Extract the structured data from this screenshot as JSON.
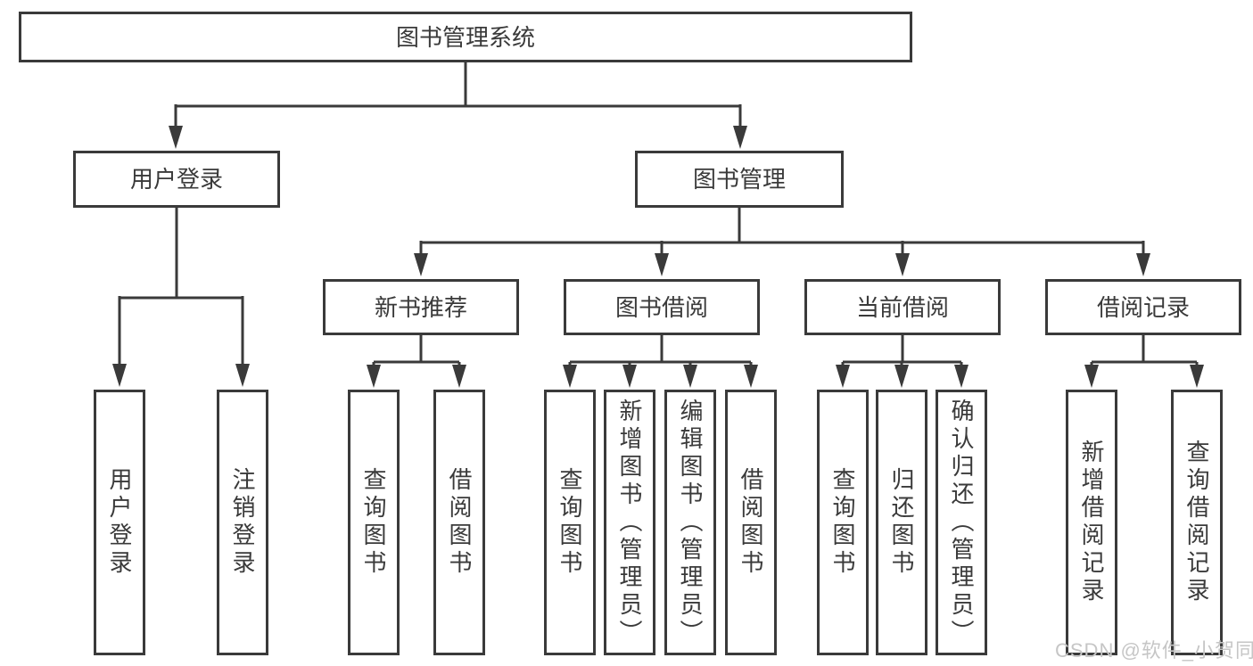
{
  "diagram": {
    "root": {
      "label": "图书管理系统"
    },
    "level2": [
      {
        "label": "用户登录",
        "children": [
          {
            "label": "用户登录"
          },
          {
            "label": "注销登录"
          }
        ]
      },
      {
        "label": "图书管理",
        "children": [
          {
            "label": "新书推荐",
            "children": [
              {
                "label": "查询图书"
              },
              {
                "label": "借阅图书"
              }
            ]
          },
          {
            "label": "图书借阅",
            "children": [
              {
                "label": "查询图书"
              },
              {
                "label": "新增图书（管理员）"
              },
              {
                "label": "编辑图书（管理员）"
              },
              {
                "label": "借阅图书"
              }
            ]
          },
          {
            "label": "当前借阅",
            "children": [
              {
                "label": "查询图书"
              },
              {
                "label": "归还图书"
              },
              {
                "label": "确认归还（管理员）"
              }
            ]
          },
          {
            "label": "借阅记录",
            "children": [
              {
                "label": "新增借阅记录"
              },
              {
                "label": "查询借阅记录"
              }
            ]
          }
        ]
      }
    ]
  },
  "style": {
    "line_color": "#3a3a3a",
    "box_background": "#ffffff",
    "text_color": "#3a3a3a",
    "watermark_color": "#c6c6c6"
  },
  "watermark": {
    "text": "CSDN @软件_小贺同学"
  }
}
